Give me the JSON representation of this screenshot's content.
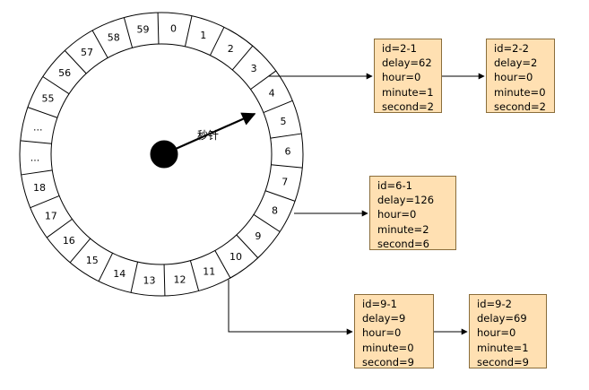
{
  "wheel": {
    "hand_label": "秒针",
    "slot_labels": [
      "0",
      "1",
      "2",
      "3",
      "4",
      "5",
      "6",
      "7",
      "8",
      "9",
      "10",
      "11",
      "12",
      "13",
      "14",
      "15",
      "16",
      "17",
      "18",
      "...",
      "...",
      "55",
      "56",
      "57",
      "58",
      "59"
    ]
  },
  "tasks": [
    {
      "id": "id=2-1",
      "delay": "delay=62",
      "hour": "hour=0",
      "minute": "minute=1",
      "second": "second=2"
    },
    {
      "id": "id=2-2",
      "delay": "delay=2",
      "hour": "hour=0",
      "minute": "minute=0",
      "second": "second=2"
    },
    {
      "id": "id=6-1",
      "delay": "delay=126",
      "hour": "hour=0",
      "minute": "minute=2",
      "second": "second=6"
    },
    {
      "id": "id=9-1",
      "delay": "delay=9",
      "hour": "hour=0",
      "minute": "minute=0",
      "second": "second=9"
    },
    {
      "id": "id=9-2",
      "delay": "delay=69",
      "hour": "hour=0",
      "minute": "minute=1",
      "second": "second=9"
    }
  ],
  "colors": {
    "box_fill": "#ffe0b2",
    "box_border": "#8a6d3b",
    "line": "#000000",
    "hub": "#000000"
  }
}
